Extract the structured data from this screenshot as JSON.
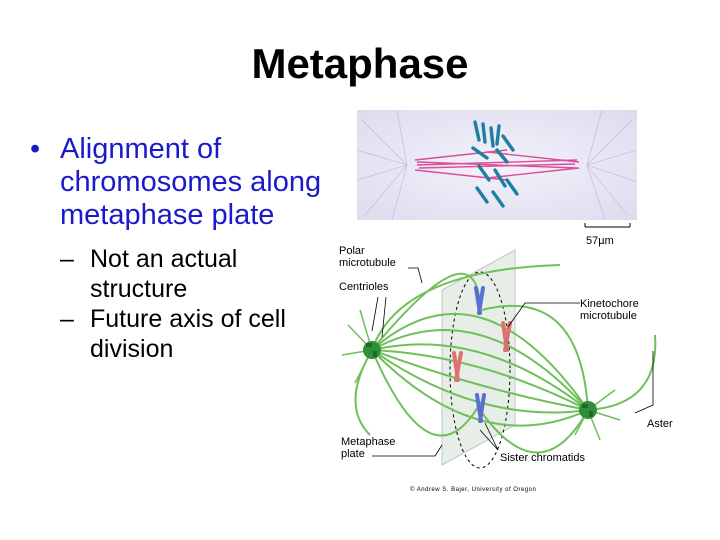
{
  "title": "Metaphase",
  "bullets": {
    "main": "Alignment of chromosomes along metaphase plate",
    "sub": [
      "Not an actual structure",
      "Future axis of cell division"
    ]
  },
  "figure": {
    "scale_bar": "57µm",
    "labels": {
      "polar_line1": "Polar",
      "polar_line2": "microtubule",
      "centrioles": "Centrioles",
      "kinetochore_line1": "Kinetochore",
      "kinetochore_line2": "microtubule",
      "aster": "Aster",
      "metaphase_line1": "Metaphase",
      "metaphase_line2": "plate",
      "sister": "Sister chromatids"
    },
    "credit": "© Andrew S. Bajer, University of Oregon",
    "colors": {
      "microtubule": "#6fbf5a",
      "chromosome_blue": "#5b6fd0",
      "chromosome_red": "#e07070",
      "centriole": "#2f8f3a"
    }
  }
}
